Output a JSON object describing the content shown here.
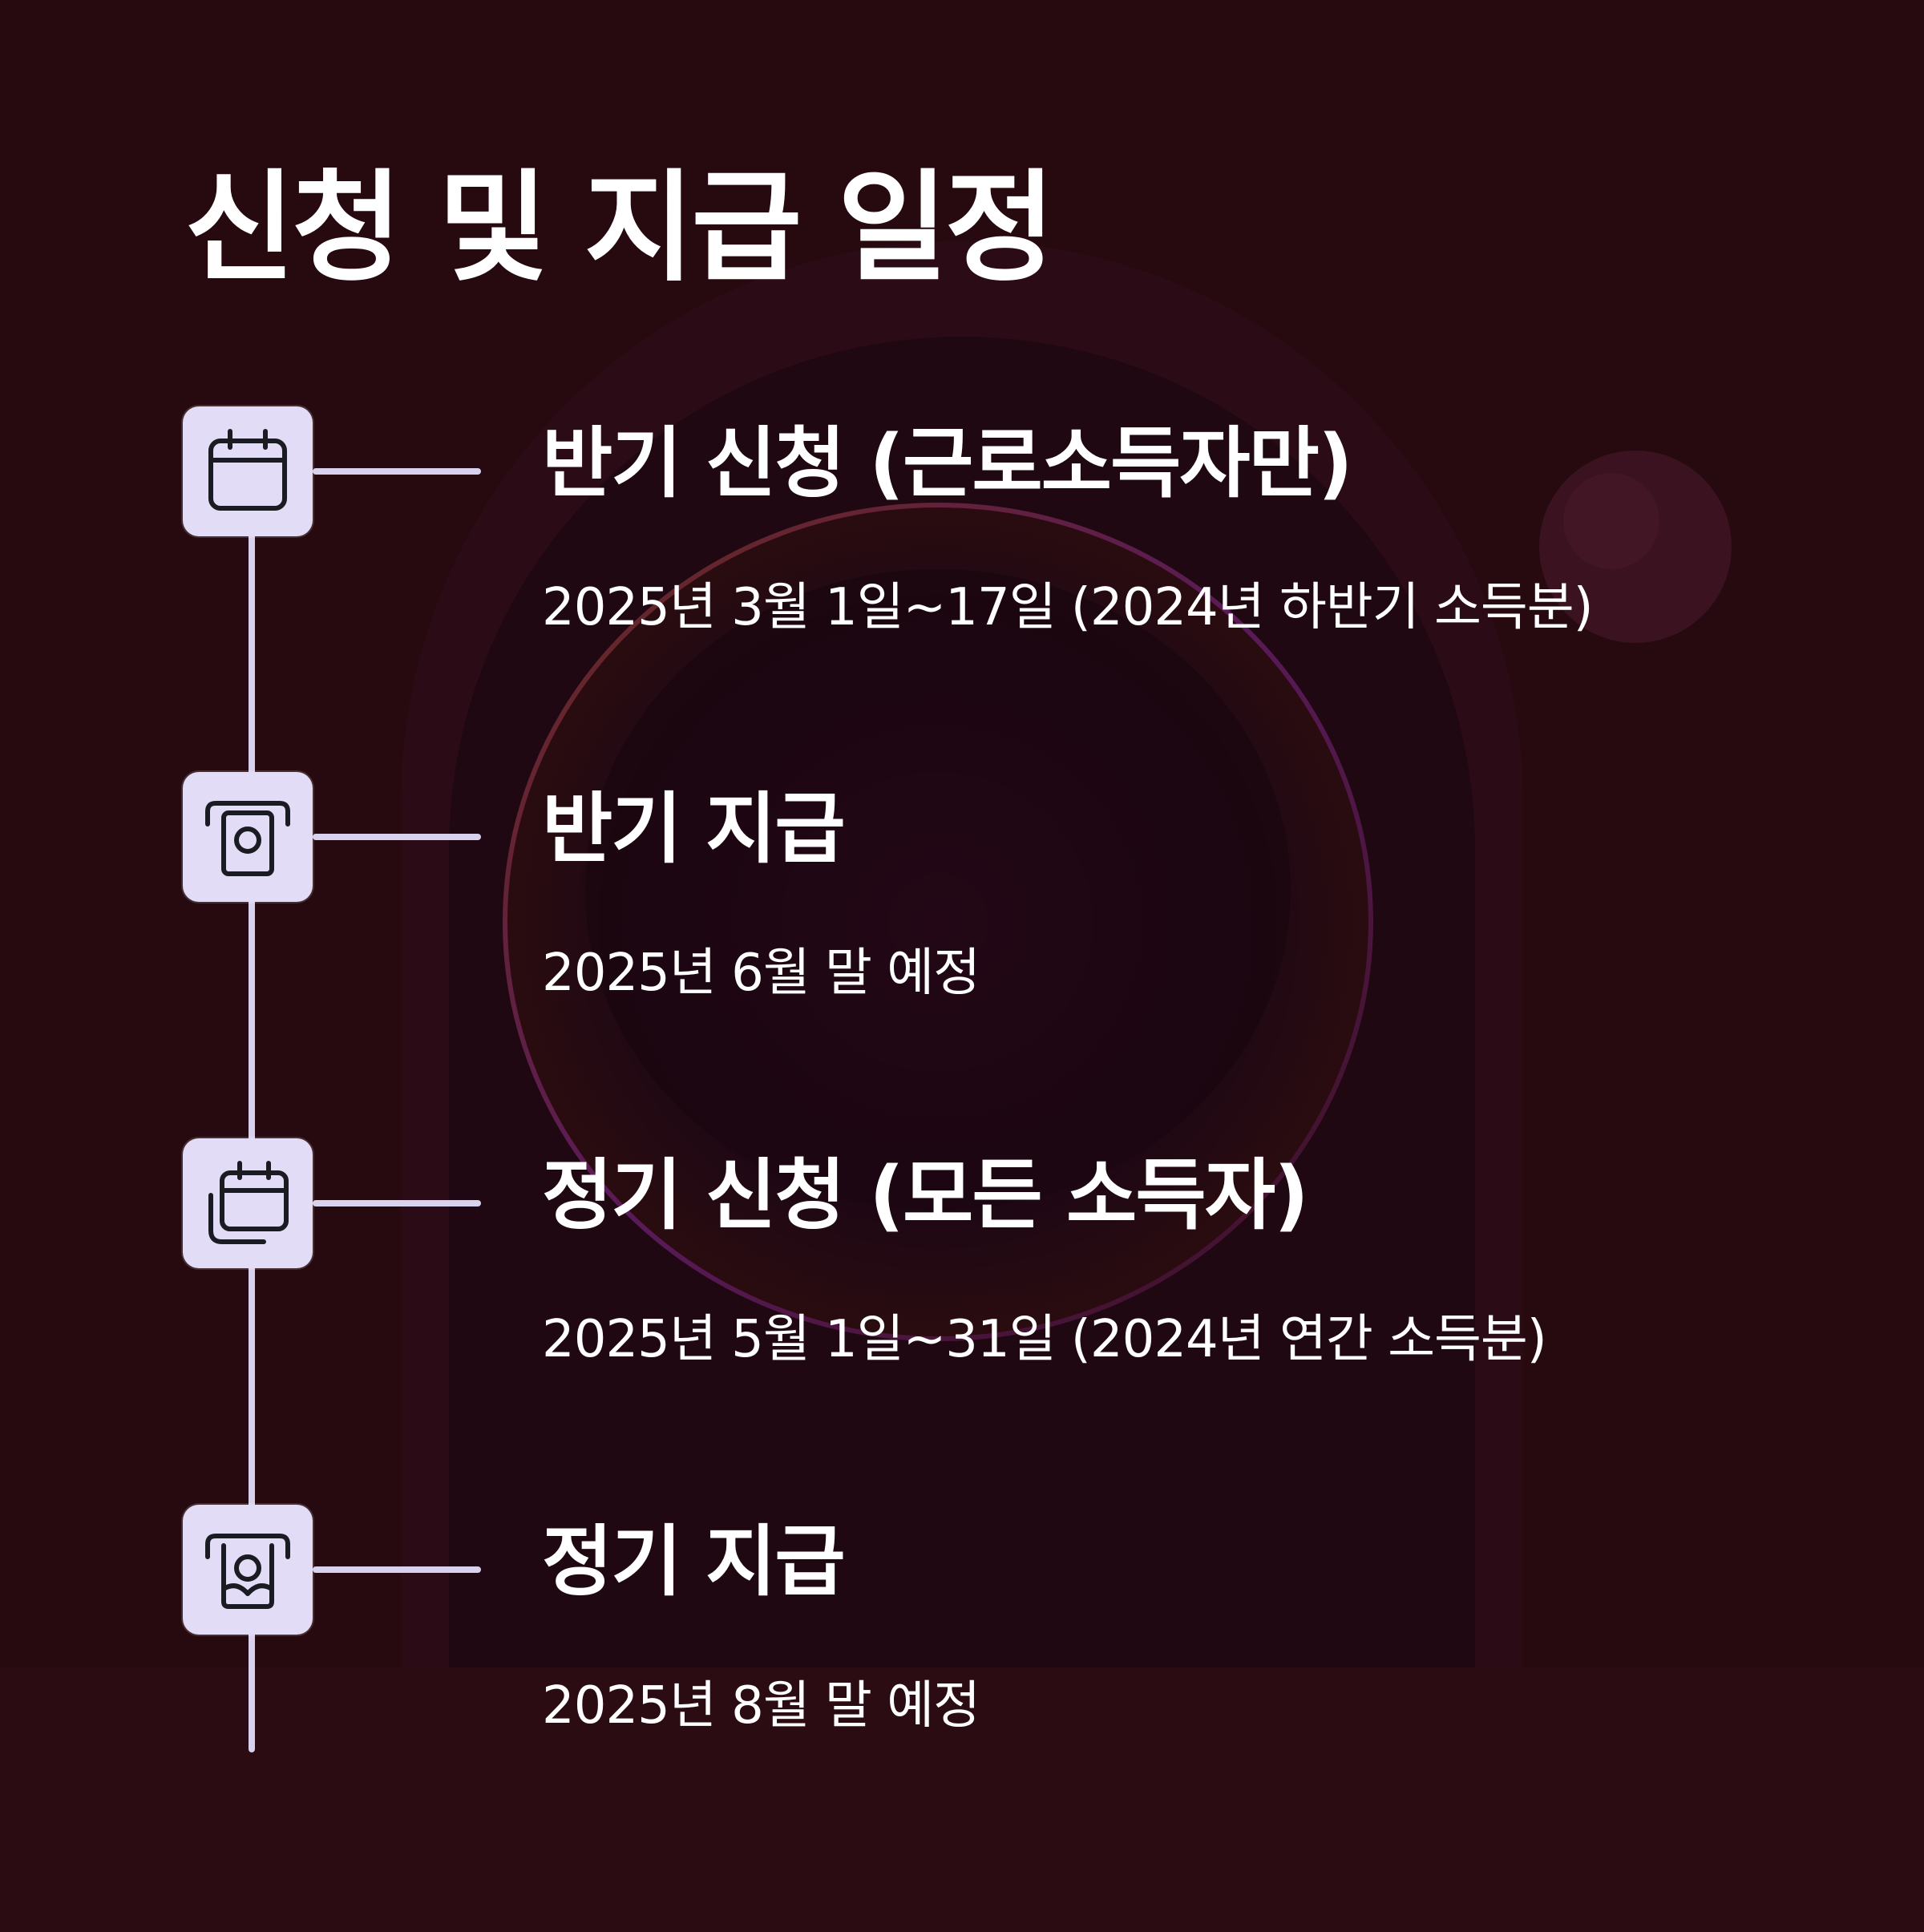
{
  "title": "신청 및 지급 일정",
  "colors": {
    "background": "#24090e",
    "accent": "#d9d2ee",
    "icon_bg": "#e2dcf6",
    "icon_stroke": "#1b1b22",
    "text": "#ffffff"
  },
  "steps": [
    {
      "icon": "calendar-icon",
      "heading": "반기 신청 (근로소득자만)",
      "date": "2025년 3월 1일~17일 (2024년 하반기 소득분)"
    },
    {
      "icon": "cash-payment-icon",
      "heading": "반기 지급",
      "date": "2025년 6월 말 예정"
    },
    {
      "icon": "stacked-calendar-icon",
      "heading": "정기 신청 (모든 소득자)",
      "date": "2025년 5월 1일~31일 (2024년 연간 소득분)"
    },
    {
      "icon": "money-hand-icon",
      "heading": "정기 지급",
      "date": "2025년 8월 말 예정"
    }
  ]
}
